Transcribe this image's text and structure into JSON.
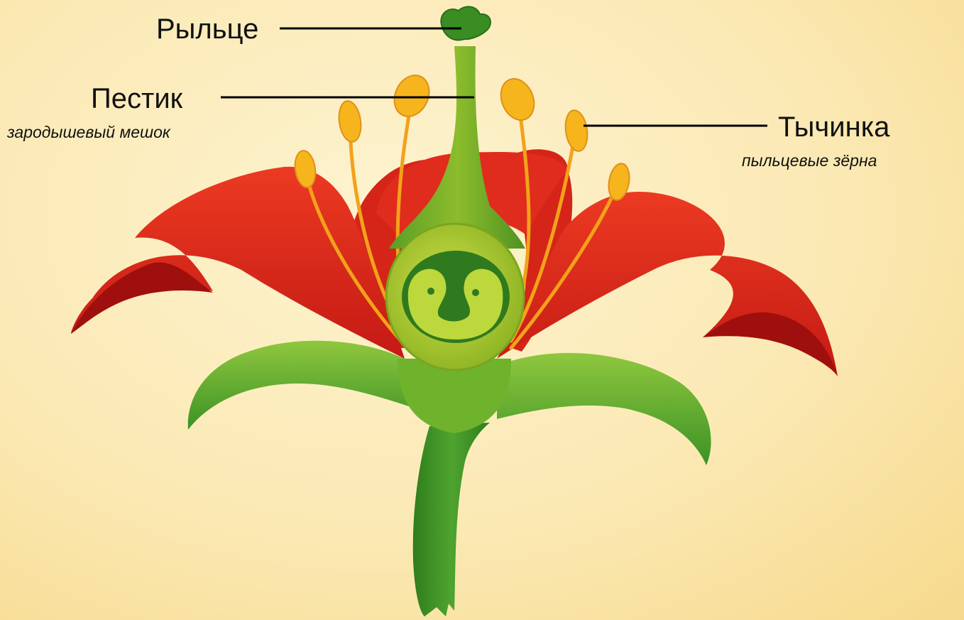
{
  "labels": {
    "stigma": "Рыльце",
    "pistil": "Пестик",
    "pistil_sub": "зародышевый мешок",
    "stamen": "Тычинка",
    "stamen_sub": "пыльцевые зёрна"
  },
  "colors": {
    "background": "#fbe9b4",
    "petal": "#e3261b",
    "petal_dark": "#a4100e",
    "sepal": "#4ea72e",
    "pistil": "#a9c72a",
    "stem": "#3d8f22",
    "anther": "#f6b51c",
    "filament": "#f3a21a",
    "leader_line": "#000000"
  }
}
